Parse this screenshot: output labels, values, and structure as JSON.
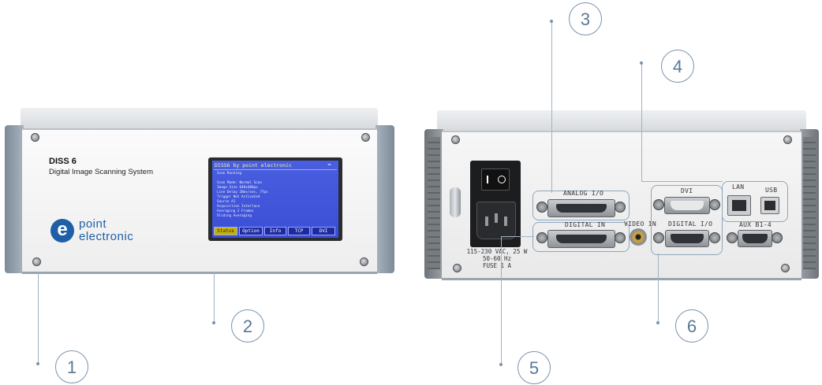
{
  "front_panel": {
    "title": "DISS 6",
    "subtitle": "Digital Image Scanning System",
    "logo": {
      "line1": "point",
      "line2": "electronic",
      "mark": "e"
    },
    "display": {
      "header": "DISS6 by point electronic",
      "rows": [
        "Scan Running",
        "Scan Mode:   Normal Scan",
        "Image Size   640x480px",
        "Line Delay   20ms/sec, 7fps",
        "Trigger      Not Activated",
        "Source       A1",
        "Acquisition  Interlace",
        "Averaging    2 Frames",
        "             Sliding Averaging"
      ],
      "tabs": [
        "Status",
        "Option",
        "Info",
        "TCP",
        "DVI"
      ]
    }
  },
  "rear_panel": {
    "power_rating": [
      "115-230 VAC, 25 W",
      "50-60 Hz",
      "FUSE 1 A"
    ],
    "ports": {
      "analog_io": "ANALOG I/O",
      "digital_in": "DIGITAL IN",
      "video_in": "VIDEO IN",
      "dvi": "DVI",
      "digital_io": "DIGITAL I/O",
      "lan": "LAN",
      "usb": "USB",
      "aux": "AUX B1-4"
    }
  },
  "callouts": [
    "1",
    "2",
    "3",
    "4",
    "5",
    "6"
  ],
  "colors": {
    "accent": "#1e5fa8",
    "callout": "#5a7896",
    "lcd": "#3a4fd6"
  }
}
